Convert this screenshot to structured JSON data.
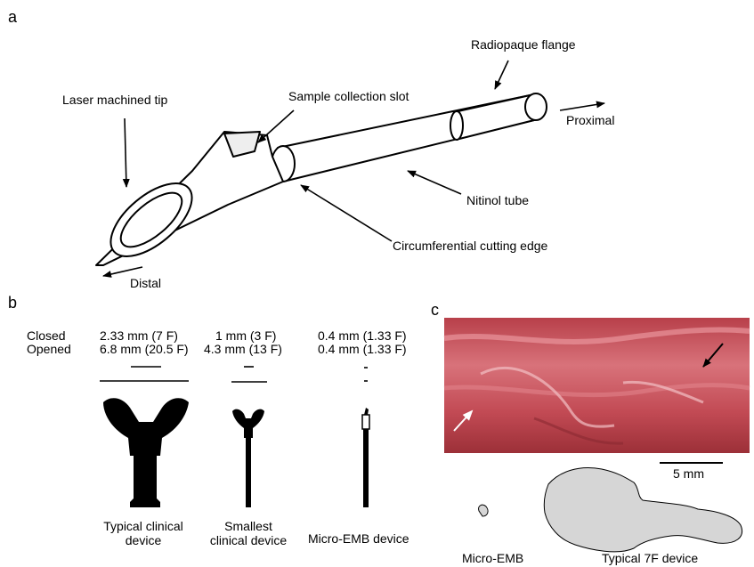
{
  "panels": {
    "a": "a",
    "b": "b",
    "c": "c"
  },
  "panel_a": {
    "labels": {
      "laser_tip": "Laser machined tip",
      "sample_slot": "Sample collection slot",
      "flange": "Radiopaque flange",
      "proximal": "Proximal",
      "nitinol": "Nitinol tube",
      "cutting_edge": "Circumferential cutting edge",
      "distal": "Distal"
    }
  },
  "panel_b": {
    "row_labels": {
      "closed": "Closed",
      "opened": "Opened"
    },
    "devices": [
      {
        "closed": "2.33 mm (7 F)",
        "opened": "6.8 mm (20.5 F)",
        "name_line1": "Typical clinical",
        "name_line2": "device"
      },
      {
        "closed": "1 mm (3 F)",
        "opened": "4.3 mm (13 F)",
        "name_line1": "Smallest",
        "name_line2": "clinical device"
      },
      {
        "closed": "0.4 mm (1.33 F)",
        "opened": "0.4 mm (1.33 F)",
        "name_line1": "Micro-EMB device",
        "name_line2": ""
      }
    ]
  },
  "panel_c": {
    "scale_bar": "5 mm",
    "sample_labels": {
      "micro": "Micro-EMB",
      "typical": "Typical 7F device"
    },
    "colors": {
      "tissue": "#c85058",
      "sample_fill": "#d6d6d6"
    }
  }
}
